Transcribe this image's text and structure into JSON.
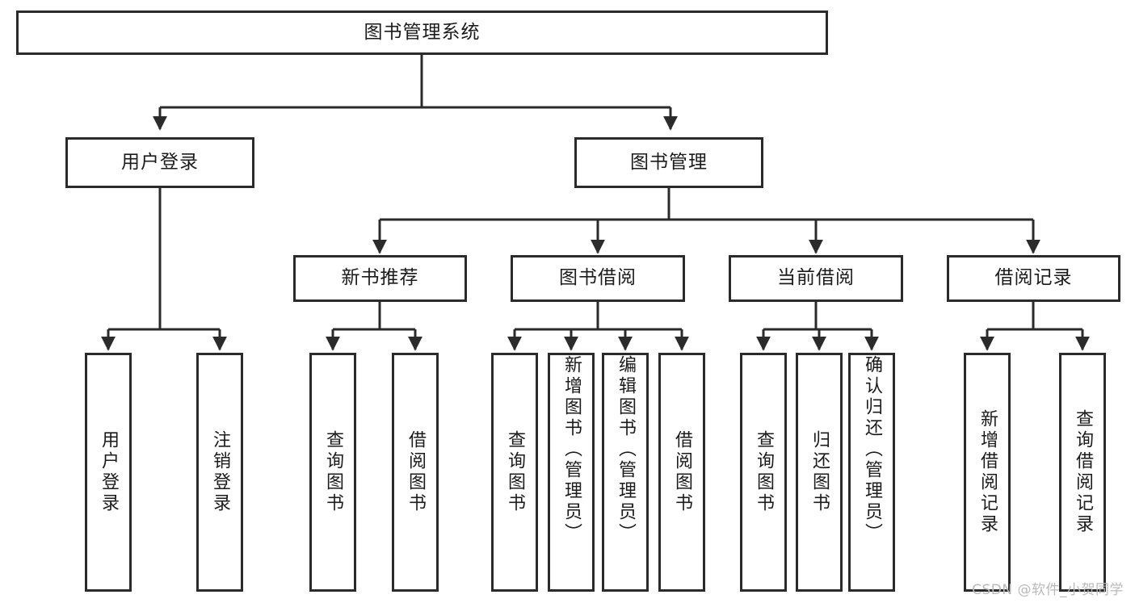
{
  "diagram": {
    "type": "tree",
    "title": "图书管理系统",
    "stroke_color": "#2b2b2b",
    "fill_color": "#ffffff",
    "text_color": "#1b1b1b",
    "levels": {
      "root": {
        "label": "图书管理系统"
      },
      "level2": [
        {
          "label": "用户登录"
        },
        {
          "label": "图书管理"
        }
      ],
      "level3": [
        {
          "label": "新书推荐"
        },
        {
          "label": "图书借阅"
        },
        {
          "label": "当前借阅"
        },
        {
          "label": "借阅记录"
        }
      ],
      "leaves": {
        "user_login": [
          {
            "label": "用户登录"
          },
          {
            "label": "注销登录"
          }
        ],
        "new_book_recommend": [
          {
            "label": "查询图书"
          },
          {
            "label": "借阅图书"
          }
        ],
        "book_borrow": [
          {
            "label": "查询图书"
          },
          {
            "label": "新增图书（管理员）"
          },
          {
            "label": "编辑图书（管理员）"
          },
          {
            "label": "借阅图书"
          }
        ],
        "current_borrow": [
          {
            "label": "查询图书"
          },
          {
            "label": "归还图书"
          },
          {
            "label": "确认归还（管理员）"
          }
        ],
        "borrow_record": [
          {
            "label": "新增借阅记录"
          },
          {
            "label": "查询借阅记录"
          }
        ]
      }
    }
  },
  "watermark": {
    "text": "CSDN @软件_小贺同学"
  }
}
